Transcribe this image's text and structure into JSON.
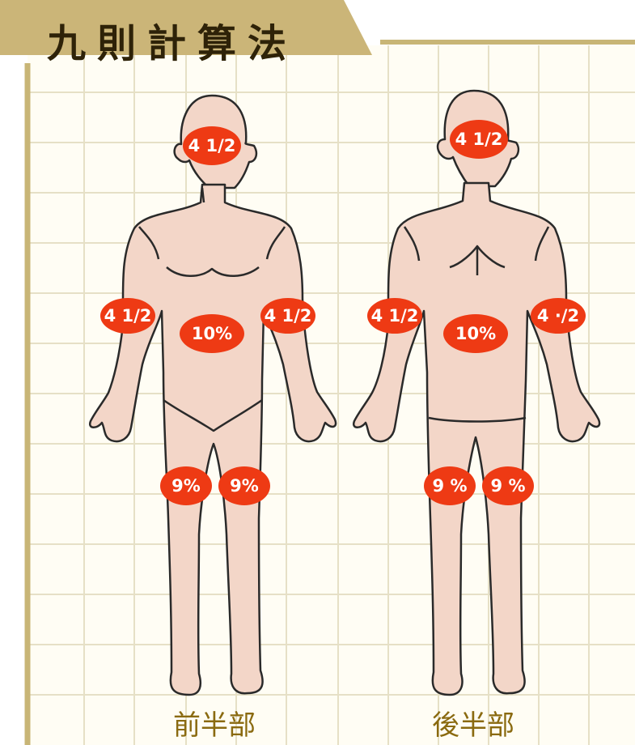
{
  "title": "九則計算法",
  "figures": [
    {
      "caption": "前半部",
      "labels": {
        "head": "4 1/2",
        "left_arm": "4 1/2",
        "right_arm": "4 1/2",
        "trunk": "10%",
        "left_leg": "9%",
        "right_leg": "9%"
      }
    },
    {
      "caption": "後半部",
      "labels": {
        "head": "4 1/2",
        "left_arm": "4 1/2",
        "right_arm": "4 ·/2",
        "trunk": "10%",
        "left_leg": "9 %",
        "right_leg": "9 %"
      }
    }
  ],
  "colors": {
    "background": "#fffdf4",
    "grid": "#e6e0c6",
    "frame": "#c8b576",
    "title_band": "#cbb578",
    "skin": "#f3d6c8",
    "outline": "#2a2a2a",
    "badge": "#ee3a14",
    "caption": "#8a6a10"
  }
}
